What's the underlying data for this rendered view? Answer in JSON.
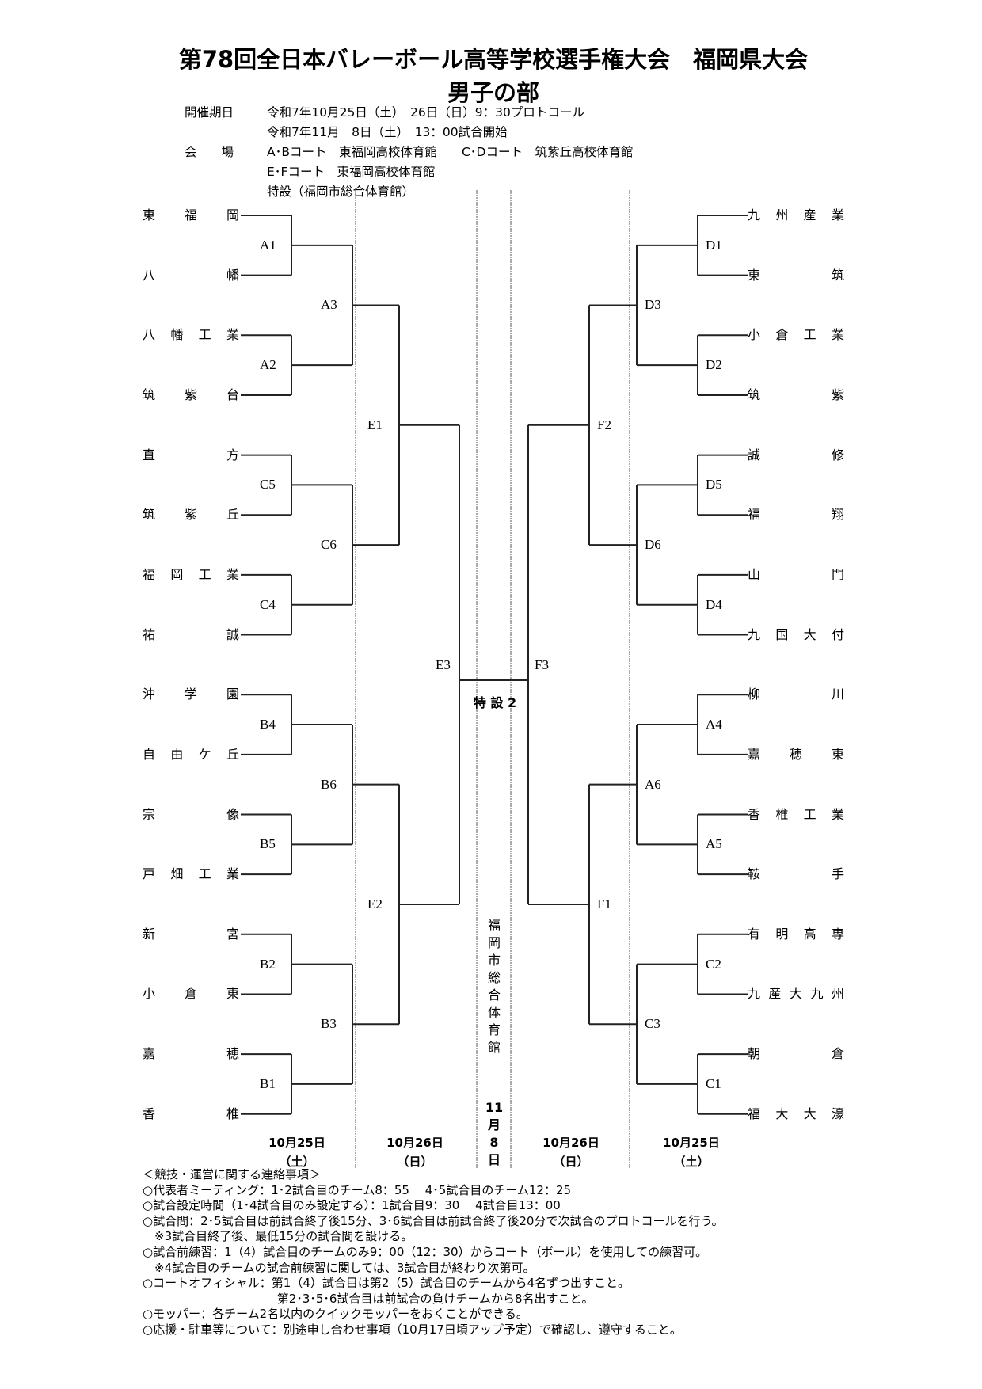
{
  "header": {
    "title": "第78回全日本バレーボール高等学校選手権大会　福岡県大会",
    "subtitle": "男子の部",
    "info": [
      {
        "label": "開催期日",
        "value": "令和7年10月25日（土）　26日（日）9：30プロトコール"
      },
      {
        "label": "",
        "value": "令和7年11月　8日（土）　13：00試合開始"
      },
      {
        "label": "会　　場",
        "value": "A･Bコート　東福岡高校体育館　　C･Dコート　筑紫丘高校体育館"
      },
      {
        "label": "",
        "value": "E･Fコート　東福岡高校体育館"
      },
      {
        "label": "",
        "value": "特設（福岡市総合体育館）"
      }
    ]
  },
  "bracket": {
    "left_teams": [
      "東福岡",
      "八幡",
      "八幡工業",
      "筑紫台",
      "直方",
      "筑紫丘",
      "福岡工業",
      "祐誠",
      "沖学園",
      "自由ケ丘",
      "宗像",
      "戸畑工業",
      "新宮",
      "小倉東",
      "嘉穂",
      "香椎"
    ],
    "right_teams": [
      "九州産業",
      "東筑",
      "小倉工業",
      "筑紫",
      "誠修",
      "福翔",
      "山門",
      "九国大付",
      "柳川",
      "嘉穂東",
      "香椎工業",
      "鞍手",
      "有明高専",
      "九産大九州",
      "朝倉",
      "福大大濠"
    ],
    "left_matches": {
      "round1": [
        "A1",
        "A2",
        "C5",
        "C4",
        "B4",
        "B5",
        "B2",
        "B1"
      ],
      "round2": [
        "A3",
        "C6",
        "B6",
        "B3"
      ],
      "round3": [
        "E1",
        "E2"
      ],
      "round4": [
        "E3"
      ]
    },
    "right_matches": {
      "round1": [
        "D1",
        "D2",
        "D5",
        "D4",
        "A4",
        "A5",
        "C2",
        "C1"
      ],
      "round2": [
        "D3",
        "D6",
        "A6",
        "C3"
      ],
      "round3": [
        "F2",
        "F1"
      ],
      "round4": [
        "F3"
      ]
    },
    "final_label": "特 設 2",
    "final_venue": "福岡市総合体育館",
    "final_date": "11月8日",
    "days": [
      {
        "date": "10月25日",
        "weekday": "（土）"
      },
      {
        "date": "10月26日",
        "weekday": "（日）"
      },
      {
        "date": "10月26日",
        "weekday": "（日）"
      },
      {
        "date": "10月25日",
        "weekday": "（土）"
      }
    ]
  },
  "notes": [
    "＜競技・運営に関する連絡事項＞",
    "○代表者ミーティング：1･2試合目のチーム8：55　 4･5試合目のチーム12：25",
    "○試合設定時間（1･4試合目のみ設定する）：1試合目9：30　 4試合目13：00",
    "○試合間：2･5試合目は前試合終了後15分、3･6試合目は前試合終了後20分で次試合のプロトコールを行う。",
    "　※3試合目終了後、最低15分の試合間を設ける。",
    "○試合前練習：1（4）試合目のチームのみ9：00（12：30）からコート（ボール）を使用しての練習可。",
    "　※4試合目のチームの試合前練習に関しては、3試合目が終わり次第可。",
    "○コートオフィシャル：第1（4）試合目は第2（5）試合目のチームから4名ずつ出すこと。",
    "　　　　　　　　　　　 第2･3･5･6試合目は前試合の負けチームから8名出すこと。",
    "○モッパー：各チーム2名以内のクイックモッパーをおくことができる。",
    "○応援・駐車等について：別途申し合わせ事項（10月17日頃アップ予定）で確認し、遵守すること。"
  ]
}
